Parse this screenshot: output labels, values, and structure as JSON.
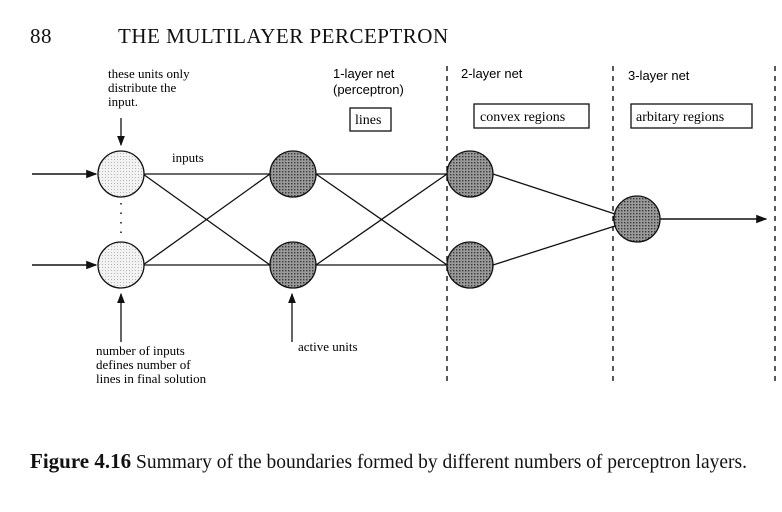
{
  "header": {
    "page_number": "88",
    "running_title": "THE MULTILAYER PERCEPTRON"
  },
  "figure": {
    "layer_headings": [
      "1-layer net",
      "(perceptron)",
      "2-layer net",
      "3-layer net"
    ],
    "region_boxes": [
      "lines",
      "convex regions",
      "arbitary regions"
    ],
    "input_note": [
      "these units only",
      "distribute  the",
      "input."
    ],
    "inputs_label": "inputs",
    "inputs_note": [
      "number of inputs",
      "defines number of",
      "lines in final solution"
    ],
    "active_label": "active units",
    "colors": {
      "input_unit": "#e6e6e6",
      "active_unit": "#7a7a7a",
      "stroke": "#111111"
    }
  },
  "caption": {
    "label": "Figure 4.16",
    "text": " Summary of the boundaries formed by different numbers of perceptron layers."
  }
}
